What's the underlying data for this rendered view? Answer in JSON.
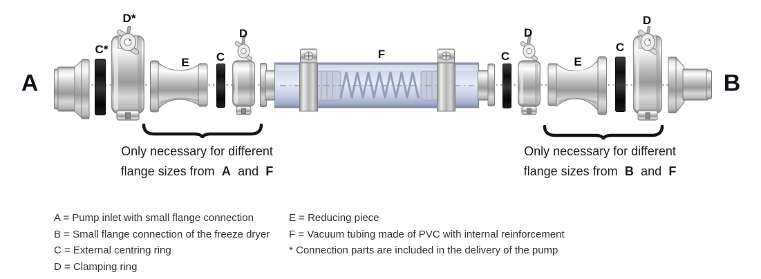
{
  "diagram": {
    "endpoint_a_label": "A",
    "endpoint_b_label": "B",
    "part_labels": {
      "c_star": "C*",
      "d_star": "D*",
      "e_left": "E",
      "c_left": "C",
      "d_left": "D",
      "f": "F",
      "c_right_1": "C",
      "d_right_1": "D",
      "e_right": "E",
      "c_right_2": "C",
      "d_right_2": "D"
    }
  },
  "annotations": {
    "left": {
      "line1": "Only necessary for different",
      "line2_prefix": "flange sizes from",
      "line2_bold1": "A",
      "line2_mid": "and",
      "line2_bold2": "F"
    },
    "right": {
      "line1": "Only necessary for different",
      "line2_prefix": "flange sizes from",
      "line2_bold1": "B",
      "line2_mid": "and",
      "line2_bold2": "F"
    }
  },
  "legend": {
    "left_column": [
      "A = Pump inlet with small flange connection",
      "B = Small flange connection of the freeze dryer",
      "C = External centring ring",
      "D = Clamping ring"
    ],
    "right_column": [
      "E = Reducing piece",
      "F = Vacuum tubing made of PVC with internal reinforcement",
      "* Connection parts are included in the delivery of the pump"
    ]
  },
  "colors": {
    "tube_fill": "#ccd4e8",
    "tube_edge": "#7e88a4",
    "ring_black": "#111111",
    "metal_mid": "#c0c0c0",
    "text": "#2b2b2b"
  }
}
